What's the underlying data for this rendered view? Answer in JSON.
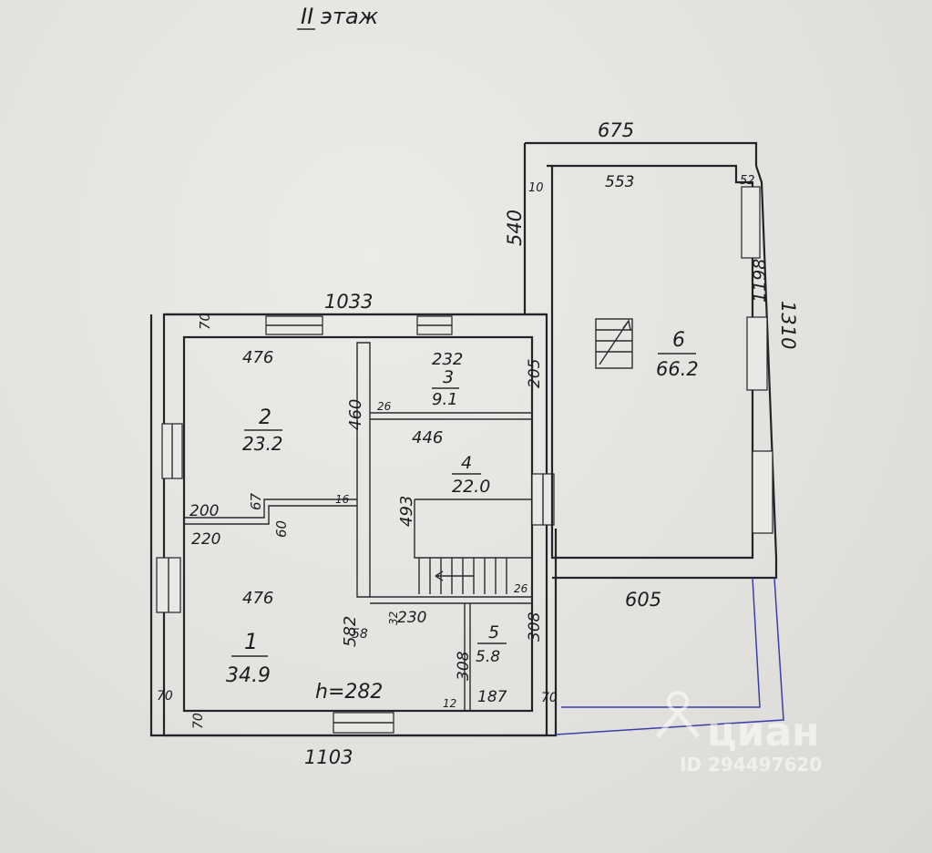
{
  "floor_title": "II этаж",
  "outer_dimensions": {
    "top_main": "1033",
    "bottom_main": "1103",
    "top_ext": "675",
    "ext_left": "540",
    "ext_right": "1310",
    "ext_bottom": "605"
  },
  "rooms": [
    {
      "number": "1",
      "area": "34.9"
    },
    {
      "number": "2",
      "area": "23.2"
    },
    {
      "number": "3",
      "area": "9.1"
    },
    {
      "number": "4",
      "area": "22.0"
    },
    {
      "number": "5",
      "area": "5.8"
    },
    {
      "number": "6",
      "area": "66.2"
    }
  ],
  "ceiling_height": "h=282",
  "dims": {
    "d70_tl": "70",
    "d476_r2": "476",
    "d460": "460",
    "d232": "232",
    "d205": "205",
    "d26_a": "26",
    "d446": "446",
    "d493": "493",
    "d67": "67",
    "d200": "200",
    "d16": "16",
    "d220": "220",
    "d60": "60",
    "d476_r1": "476",
    "d582": "582",
    "d58": "58",
    "d32": "32",
    "d230": "230",
    "d26_b": "26",
    "d308_a": "308",
    "d308_b": "308",
    "d12": "12",
    "d187": "187",
    "d70_left": "70",
    "d70_bottom": "70",
    "d70_right": "70",
    "d553": "553",
    "d10": "10",
    "d52": "52",
    "d1198": "1198"
  },
  "watermark": {
    "brand": "циан",
    "id": "ID 294497620"
  }
}
